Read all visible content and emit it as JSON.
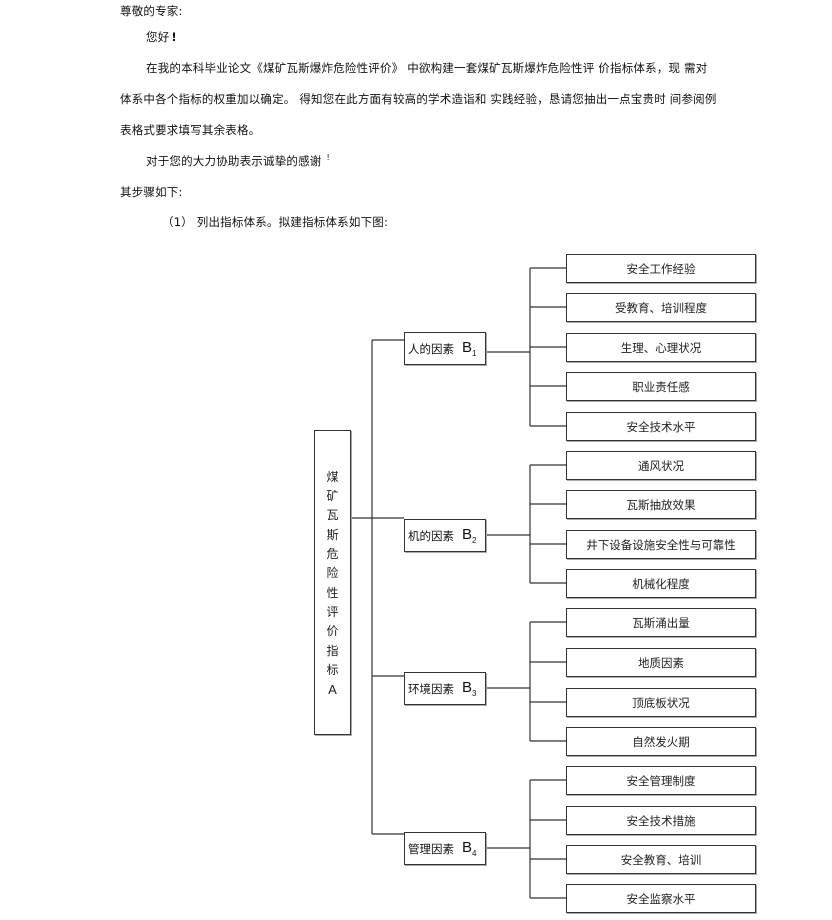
{
  "letter": {
    "salutation": "尊敬的专家:",
    "greeting": "您好",
    "greeting_mark": "!",
    "para1_line1": "在我的本科毕业论文《煤矿瓦斯爆炸危险性评价》 中欲构建一套煤矿瓦斯爆炸危险性评 价指标体系，现 需对",
    "para1_line2": "体系中各个指标的权重加以确定。 得知您在此方面有较高的学术造诣和 实践经验，恳请您抽出一点宝贵时 间参阅例",
    "para1_line3": "表格式要求填写其余表格。",
    "thanks": "对于您的大力协助表示诚挚的感谢",
    "thanks_mark": "!",
    "steps_intro": "其步骤如下:",
    "step1": "（1） 列出指标体系。拟建指标体系如下图:"
  },
  "diagram": {
    "root_chars": [
      "煤",
      "矿",
      "瓦",
      "斯",
      "危",
      "险",
      "性",
      "评",
      "价",
      "指",
      "标"
    ],
    "root_code": "A",
    "factors": [
      {
        "label": "人的因素",
        "code": "B",
        "sub": "1",
        "items": [
          "安全工作经验",
          "受教育、培训程度",
          "生理、心理状况",
          "职业责任感",
          "安全技术水平"
        ]
      },
      {
        "label": "机的因素",
        "code": "B",
        "sub": "2",
        "items": [
          "通风状况",
          "瓦斯抽放效果",
          "井下设备设施安全性与可靠性",
          "机械化程度"
        ]
      },
      {
        "label": "环境因素",
        "code": "B",
        "sub": "3",
        "items": [
          "瓦斯涌出量",
          "地质因素",
          "顶底板状况",
          "自然发火期"
        ]
      },
      {
        "label": "管理因素",
        "code": "B",
        "sub": "4",
        "items": [
          "安全管理制度",
          "安全技术措施",
          "安全教育、培训",
          "安全监察水平"
        ]
      }
    ]
  }
}
